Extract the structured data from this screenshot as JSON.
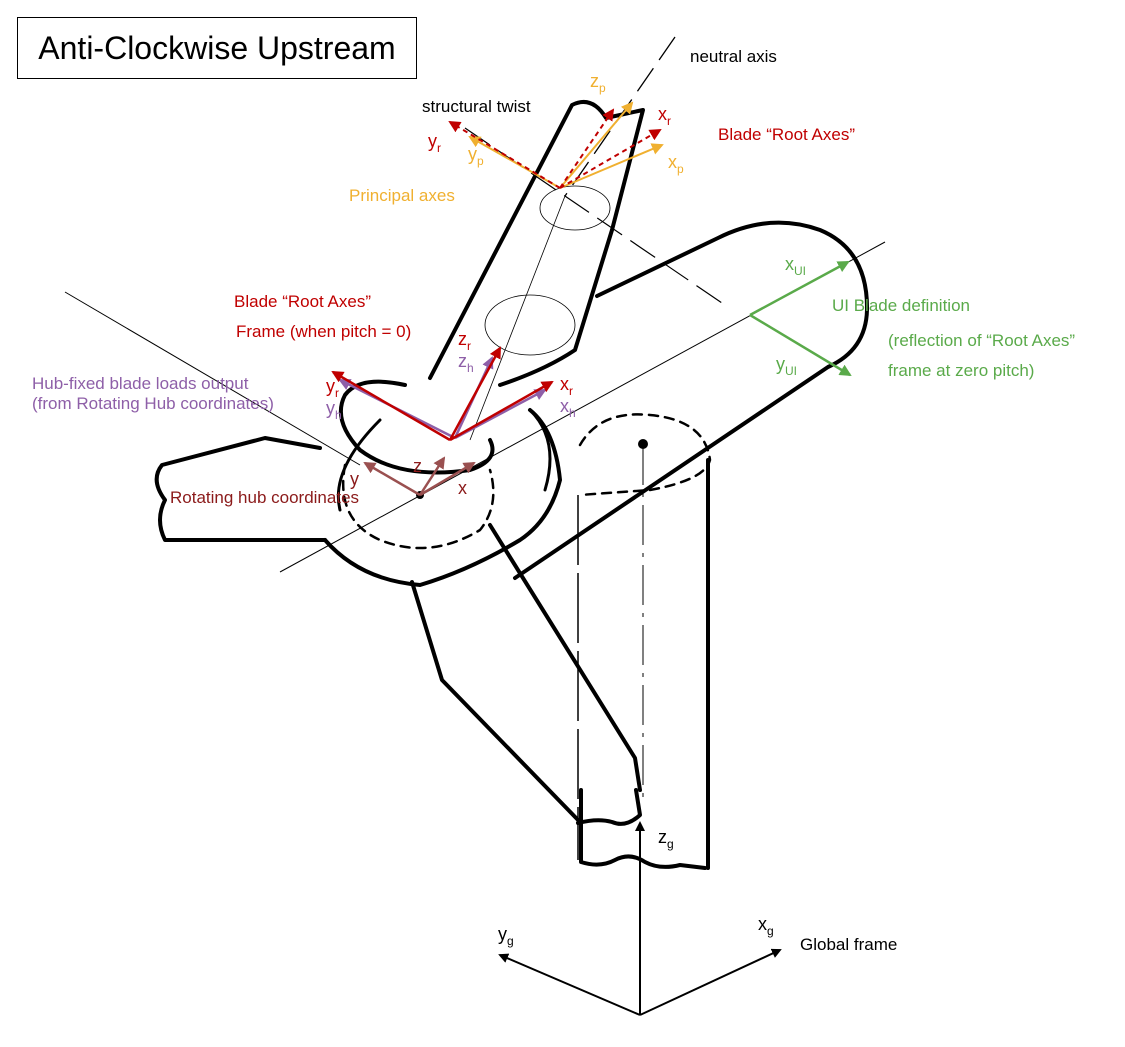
{
  "title": "Anti-Clockwise Upstream",
  "labels": {
    "neutral_axis": "neutral axis",
    "structural_twist": "structural twist",
    "blade_root_axes_top": "Blade “Root Axes”",
    "principal_axes": "Principal axes",
    "blade_root_axes_frame_l1": "Blade “Root Axes”",
    "blade_root_axes_frame_l2": "Frame  (when pitch = 0)",
    "hub_fixed_l1": "Hub-fixed blade loads output",
    "hub_fixed_l2": "(from Rotating Hub coordinates)",
    "rotating_hub": "Rotating hub coordinates",
    "ui_blade_l1": "UI Blade definition",
    "ui_blade_l2": "(reflection of “Root Axes”",
    "ui_blade_l3": "frame at zero pitch)",
    "global_frame": "Global frame"
  },
  "axes": {
    "top": {
      "zp": {
        "base": "z",
        "sub": "p"
      },
      "xr": {
        "base": "x",
        "sub": "r"
      },
      "xp": {
        "base": "x",
        "sub": "p"
      },
      "yr": {
        "base": "y",
        "sub": "r"
      },
      "yp": {
        "base": "y",
        "sub": "p"
      }
    },
    "hub": {
      "zr": {
        "base": "z",
        "sub": "r"
      },
      "zh": {
        "base": "z",
        "sub": "h"
      },
      "yr": {
        "base": "y",
        "sub": "r"
      },
      "yh": {
        "base": "y",
        "sub": "h"
      },
      "xr": {
        "base": "x",
        "sub": "r"
      },
      "xh": {
        "base": "x",
        "sub": "h"
      }
    },
    "rotating": {
      "z": "z",
      "y": "y",
      "x": "x"
    },
    "ui": {
      "xui": {
        "base": "x",
        "sub": "UI"
      },
      "yui": {
        "base": "y",
        "sub": "UI"
      }
    },
    "global": {
      "zg": {
        "base": "z",
        "sub": "g"
      },
      "yg": {
        "base": "y",
        "sub": "g"
      },
      "xg": {
        "base": "x",
        "sub": "g"
      }
    }
  },
  "colors": {
    "root_axes": "#c00000",
    "principal_axes": "#f0b030",
    "hub_fixed": "#8e5fa8",
    "rotating_hub": "#9a5050",
    "rotating_hub_label": "#8b1a1a",
    "ui_blade": "#5aaa4a",
    "outline": "#000000"
  }
}
